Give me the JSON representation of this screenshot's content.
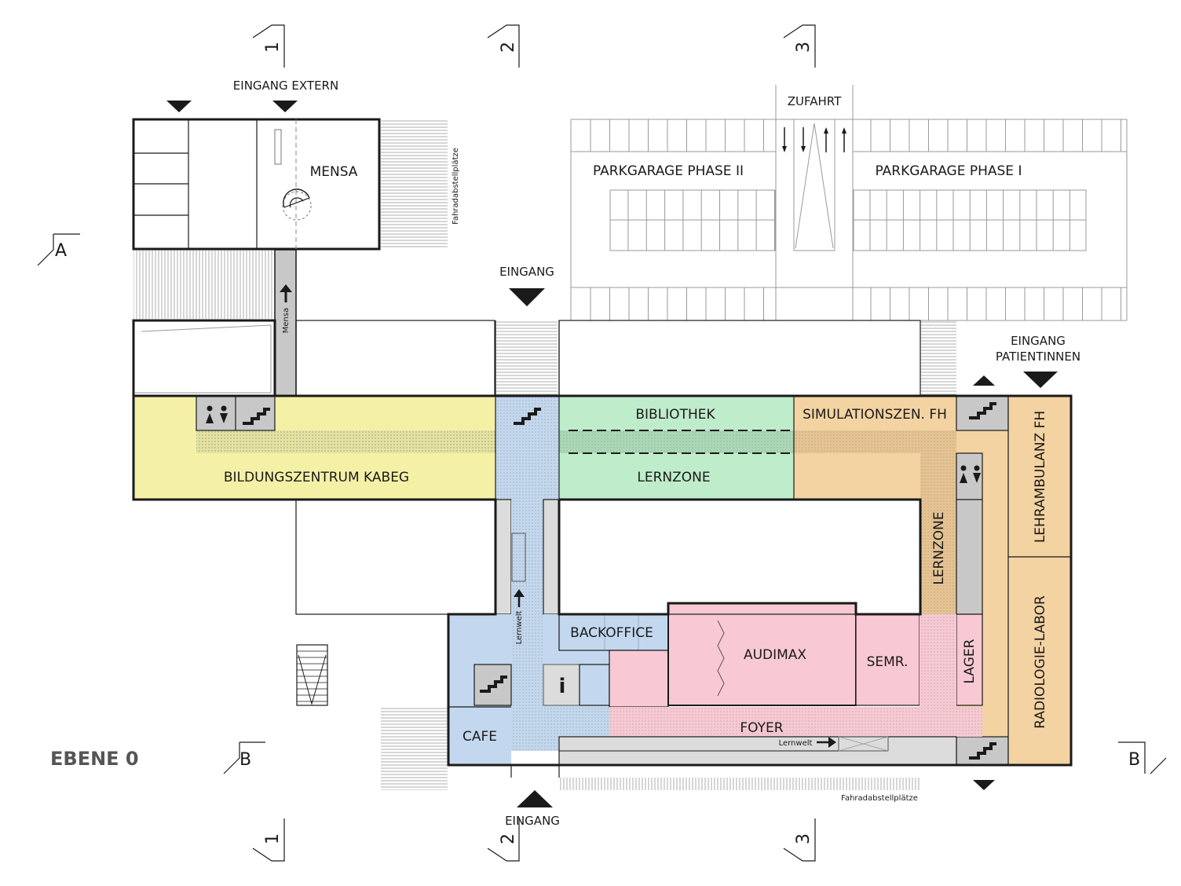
{
  "plan": {
    "level_title": "EBENE 0",
    "axes": {
      "a": "A",
      "b": "B",
      "one": "1",
      "two": "2",
      "three": "3"
    },
    "entrances": {
      "extern": "EINGANG EXTERN",
      "north": "EINGANG",
      "south": "EINGANG",
      "patients_line1": "EINGANG",
      "patients_line2": "PATIENTINNEN",
      "driveway": "ZUFAHRT"
    },
    "rooms": {
      "mensa": "MENSA",
      "parking_2": "PARKGARAGE PHASE II",
      "parking_1": "PARKGARAGE PHASE I",
      "bildungszentrum": "BILDUNGSZENTRUM KABEG",
      "bibliothek": "BIBLIOTHEK",
      "lernzone_top": "LERNZONE",
      "simulation": "SIMULATIONSZEN. FH",
      "lernzone_vertical": "LERNZONE",
      "lehrambulanz": "LEHRAMBULANZ FH",
      "radiologie": "RADIOLOGIE-LABOR",
      "lager": "LAGER",
      "backoffice": "BACKOFFICE",
      "audimax": "AUDIMAX",
      "semr": "SEMR.",
      "foyer": "FOYER",
      "cafe": "CAFE",
      "info": "i"
    },
    "small_labels": {
      "bike_top": "Fahradabstellplätze",
      "bike_bottom": "Fahradabstellplätze",
      "mensa_corridor": "Mensa",
      "lernwelt_vertical": "Lernwelt",
      "lernwelt_horizontal": "Lernwelt"
    },
    "colors": {
      "mensa": "#dcd2f5",
      "kabeg": "#f4f0a6",
      "bibliothek": "#bfeccb",
      "simulation": "#f3d3a2",
      "lehrambulanz": "#f3d3a2",
      "audimax": "#f8c9d3",
      "circulation": "#c3d8ee",
      "service": "#c8c8c8"
    }
  }
}
